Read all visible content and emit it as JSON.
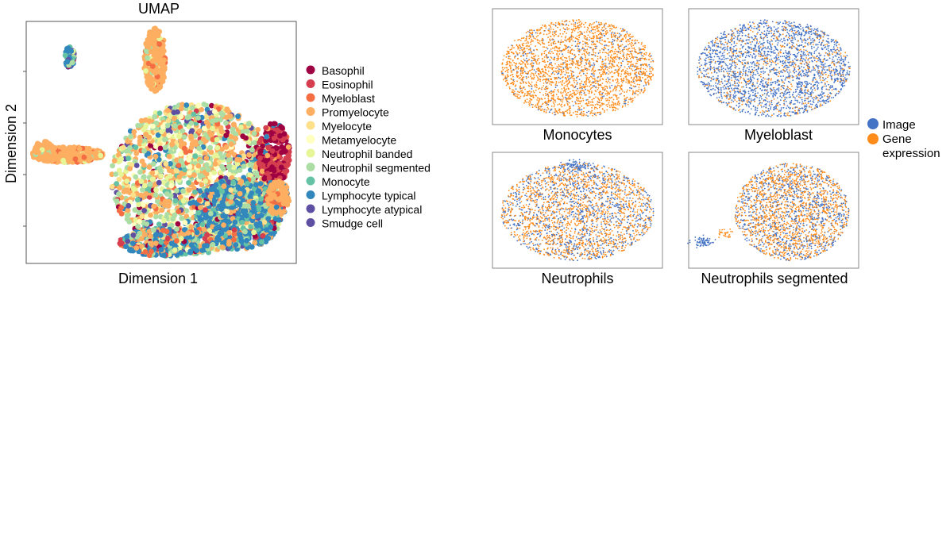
{
  "umap": {
    "title": "UMAP",
    "xlabel": "Dimension 1",
    "ylabel": "Dimension 2",
    "legend_placement": "right"
  },
  "chart_data": [
    {
      "type": "scatter",
      "title": "UMAP",
      "xlabel": "Dimension 1",
      "ylabel": "Dimension 2",
      "grid": false,
      "legend_placement": "right",
      "series": [
        {
          "name": "Basophil",
          "color": "#9e0142"
        },
        {
          "name": "Eosinophil",
          "color": "#d53e4f"
        },
        {
          "name": "Myeloblast",
          "color": "#f46d43"
        },
        {
          "name": "Promyelocyte",
          "color": "#fdae61"
        },
        {
          "name": "Myelocyte",
          "color": "#fee08b"
        },
        {
          "name": "Metamyelocyte",
          "color": "#ffffbf"
        },
        {
          "name": "Neutrophil banded",
          "color": "#e6f598"
        },
        {
          "name": "Neutrophil segmented",
          "color": "#abdda4"
        },
        {
          "name": "Monocyte",
          "color": "#66c2a5"
        },
        {
          "name": "Lymphocyte typical",
          "color": "#3288bd"
        },
        {
          "name": "Lymphocyte atypical",
          "color": "#5e4fa2"
        },
        {
          "name": "Smudge cell",
          "color": "#5e4fa2"
        }
      ]
    },
    {
      "type": "scatter",
      "title": "Monocytes",
      "series": [
        {
          "name": "Image",
          "color": "#4472c4"
        },
        {
          "name": "Gene expression",
          "color": "#ff8c1a"
        }
      ]
    },
    {
      "type": "scatter",
      "title": "Myeloblast",
      "series": [
        {
          "name": "Image",
          "color": "#4472c4"
        },
        {
          "name": "Gene expression",
          "color": "#ff8c1a"
        }
      ]
    },
    {
      "type": "scatter",
      "title": "Neutrophils",
      "series": [
        {
          "name": "Image",
          "color": "#4472c4"
        },
        {
          "name": "Gene expression",
          "color": "#ff8c1a"
        }
      ]
    },
    {
      "type": "scatter",
      "title": "Neutrophils segmented",
      "series": [
        {
          "name": "Image",
          "color": "#4472c4"
        },
        {
          "name": "Gene expression",
          "color": "#ff8c1a"
        }
      ]
    }
  ],
  "umap_legend": [
    "Basophil",
    "Eosinophil",
    "Myeloblast",
    "Promyelocyte",
    "Myelocyte",
    "Metamyelocyte",
    "Neutrophil banded",
    "Neutrophil segmented",
    "Monocyte",
    "Lymphocyte typical",
    "Lymphocyte atypical",
    "Smudge cell"
  ],
  "umap_colors": [
    "#9e0142",
    "#d53e4f",
    "#f46d43",
    "#fdae61",
    "#fee08b",
    "#ffffbf",
    "#e6f598",
    "#abdda4",
    "#66c2a5",
    "#3288bd",
    "#5e4fa2",
    "#5e4fa2"
  ],
  "panels": [
    "Monocytes",
    "Myeloblast",
    "Neutrophils",
    "Neutrophils segmented"
  ],
  "overlay_legend": {
    "image": "Image",
    "gene_line1": "Gene",
    "gene_line2": "expression",
    "image_color": "#4472c4",
    "gene_color": "#ff8c1a"
  }
}
